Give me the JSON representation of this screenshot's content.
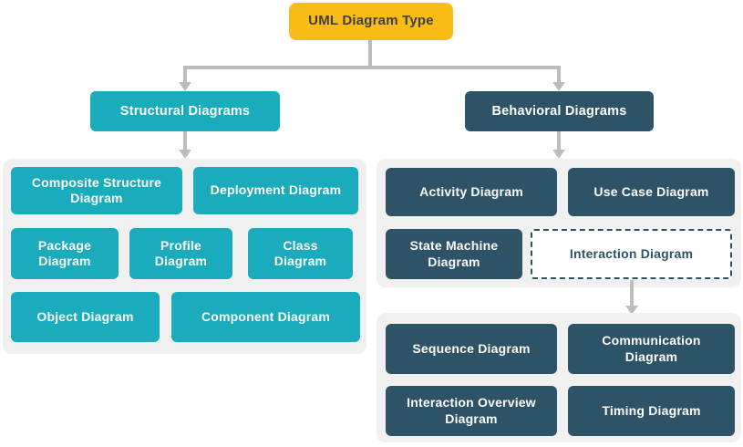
{
  "root": {
    "label": "UML Diagram Type"
  },
  "structural": {
    "header": "Structural Diagrams",
    "items": [
      "Composite Structure Diagram",
      "Deployment Diagram",
      "Package Diagram",
      "Profile Diagram",
      "Class Diagram",
      "Object Diagram",
      "Component Diagram"
    ]
  },
  "behavioral": {
    "header": "Behavioral Diagrams",
    "items": [
      "Activity Diagram",
      "Use Case Diagram",
      "State Machine Diagram",
      "Interaction Diagram"
    ]
  },
  "interaction": {
    "items": [
      "Sequence Diagram",
      "Communication Diagram",
      "Interaction Overview Diagram",
      "Timing Diagram"
    ]
  },
  "colors": {
    "root_fill": "#F9BC15",
    "root_text": "#404040",
    "structural_fill": "#1AACBC",
    "behavioral_fill": "#2E5266",
    "group_fill": "#F0F0F1",
    "connector": "#BDBDBD",
    "node_text": "#FFFFFF"
  }
}
